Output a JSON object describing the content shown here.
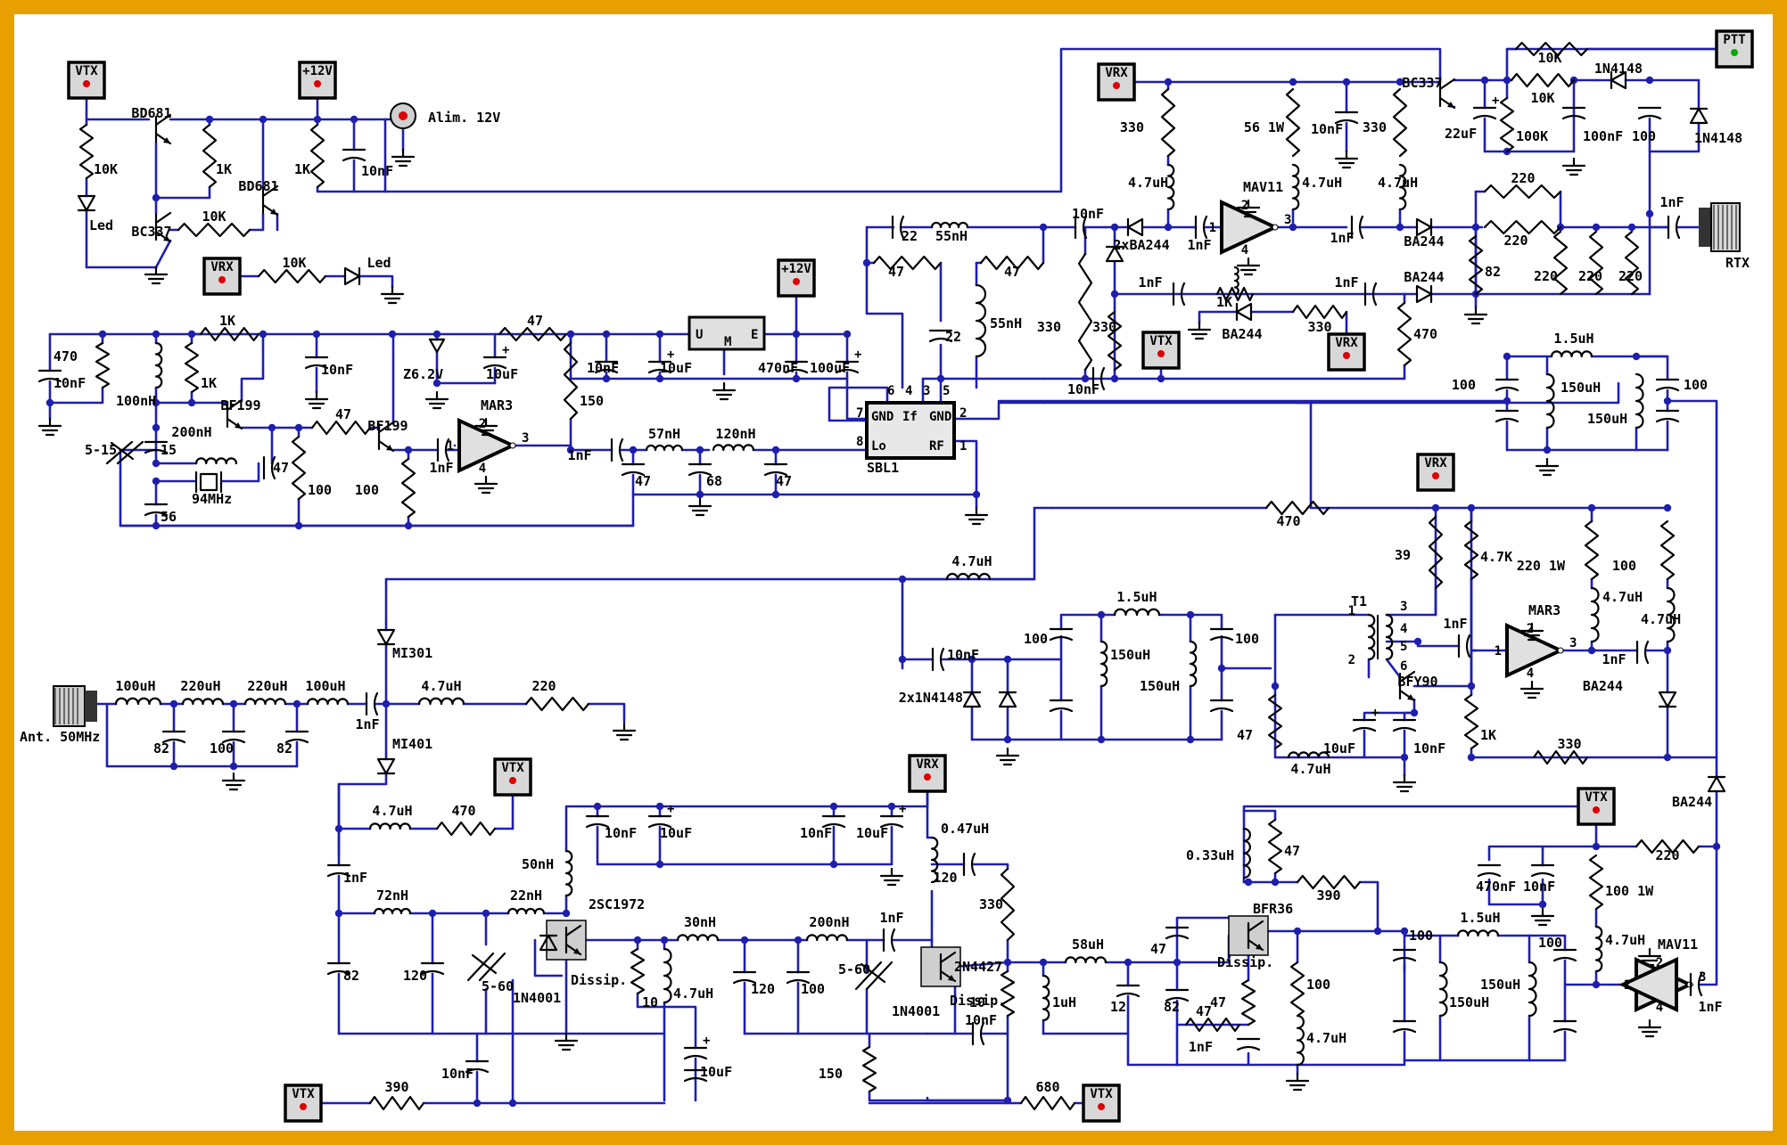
{
  "diagram": {
    "terminals": {
      "vtx": "VTX",
      "vrx": "VRX",
      "v12": "+12V",
      "ptt": "PTT"
    },
    "power": {
      "label": "Alim. 12V"
    },
    "connectors": {
      "rtx": "RTX",
      "ant": "Ant. 50MHz"
    },
    "ics": {
      "mar3": "MAR3",
      "mav11": "MAV11",
      "sbl1": "SBL1",
      "reg_u": "U",
      "reg_m": "M",
      "reg_e": "E",
      "sbl1_pins": [
        "GND",
        "If",
        "GND",
        "Lo",
        "RF"
      ],
      "sbl1_pin_numbers": [
        "6",
        "4",
        "3",
        "5",
        "2",
        "7",
        "8",
        "1"
      ],
      "ic_pins": [
        "1",
        "2",
        "3",
        "4"
      ]
    },
    "transistors": [
      "BD681",
      "BD681",
      "BC337",
      "BC337",
      "BF199",
      "BF199",
      "BFY90",
      "2SC1972",
      "2N4427",
      "BFR36"
    ],
    "diodes": [
      "Led",
      "Led",
      "Z6.2V",
      "2xBA244",
      "BA244",
      "BA244",
      "BA244",
      "BA244",
      "BA244",
      "1N4148",
      "1N4148",
      "2x1N4148",
      "MI301",
      "MI401",
      "1N4001",
      "1N4001"
    ],
    "transformer": {
      "name": "T1",
      "pins": [
        "1",
        "2",
        "3",
        "4",
        "5",
        "6"
      ]
    },
    "misc": {
      "dissip": "Dissip.",
      "crystal": "94MHz",
      "trim1": "5-15",
      "trim2": "5-60"
    },
    "labels": {
      "r10k": "10K",
      "r1k": "1K",
      "r47": "47",
      "r470": "470",
      "r100": "100",
      "r150": "150",
      "r330": "330",
      "r82": "82",
      "r220": "220",
      "r56_1w": "56 1W",
      "r39": "39",
      "r4_7k": "4.7K",
      "r220_1w": "220 1W",
      "r100_1w": "100 1W",
      "r100k": "100K",
      "r680": "680",
      "r390": "390",
      "r10": "10",
      "c10nf": "10nF",
      "c1nf": "1nF",
      "c10uf": "10uF",
      "c22uf": "22uF",
      "c100nf": "100nF",
      "c470nf": "470nF",
      "c100uf": "100uF",
      "c15": "15",
      "c56": "56",
      "c68": "68",
      "c22": "22",
      "c12": "12",
      "c120": "120",
      "l100nh": "100nH",
      "l200nh": "200nH",
      "l57nh": "57nH",
      "l120nh": "120nH",
      "l55nh": "55nH",
      "l4_7uh": "4.7uH",
      "l1_5uh": "1.5uH",
      "l150uh": "150uH",
      "l100uh": "100uH",
      "l220uh": "220uH",
      "l72nh": "72nH",
      "l22nh": "22nH",
      "l50nh": "50nH",
      "l30nh": "30nH",
      "l0_47uh": "0.47uH",
      "l58uh": "58uH",
      "l1uh": "1uH",
      "l0_33uh": "0.33uH",
      "c100": "100",
      "c82": "82",
      "c47": "47",
      "r1k_b": "1K",
      "r10_b": "10"
    }
  }
}
